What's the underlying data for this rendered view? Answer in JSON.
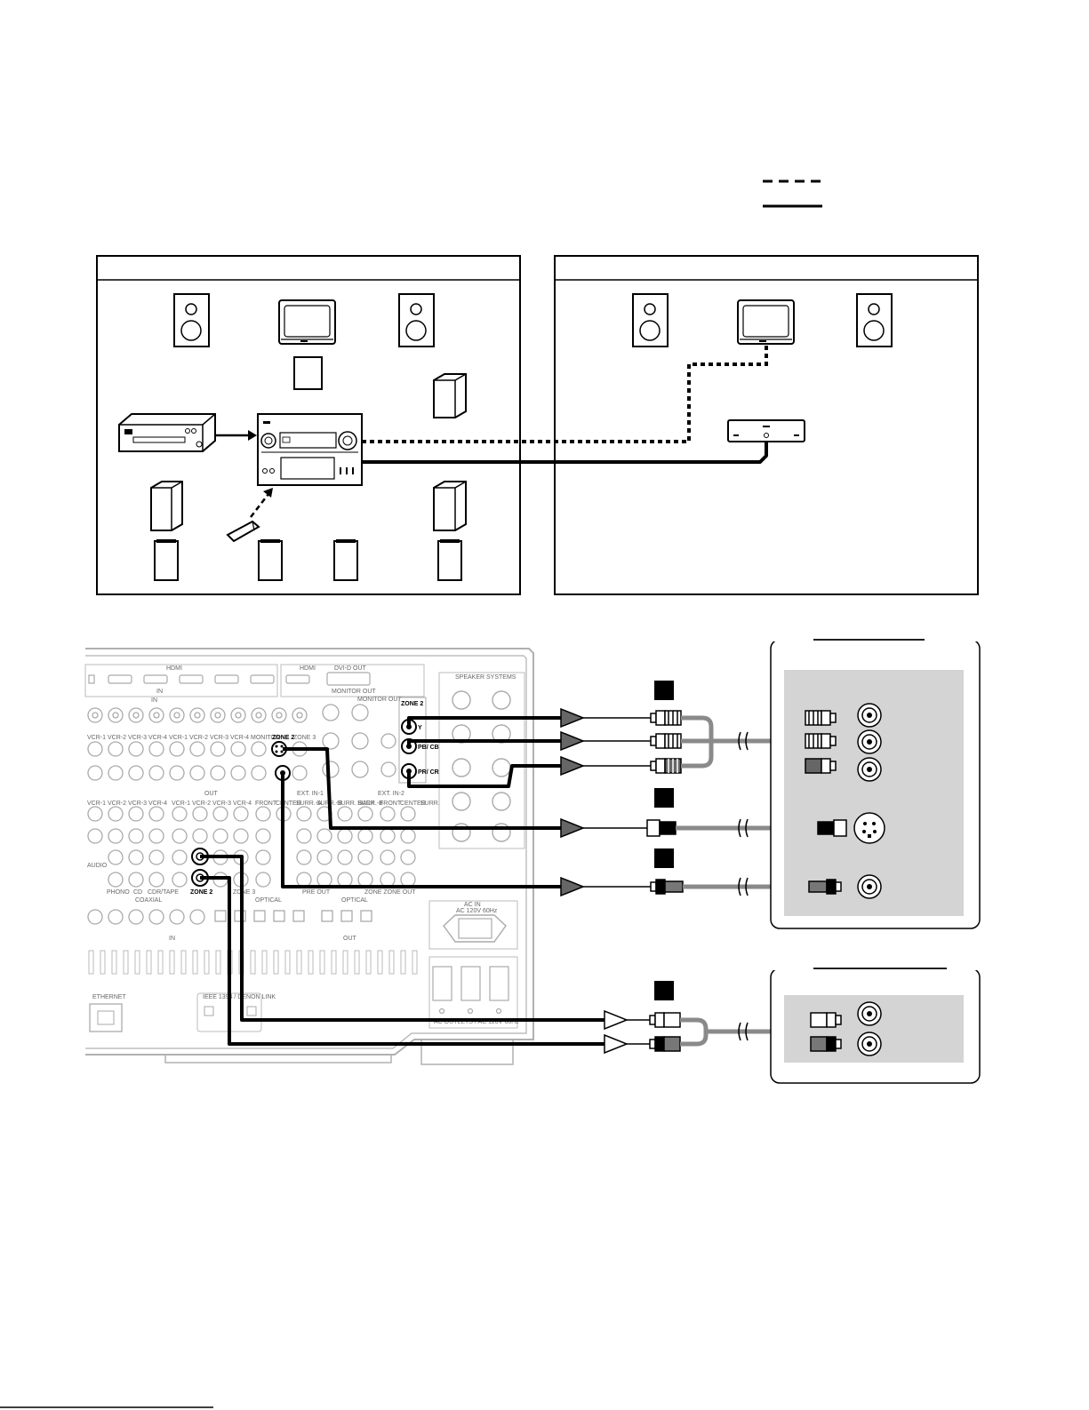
{
  "diagram": {
    "style": {
      "line_color": "#000000",
      "panel_gray": "#d4d4d4",
      "cable_gray": "#8a8a8a",
      "chassis_gray": "#b0b0b0"
    },
    "rear_panel_labels": {
      "hdmi": "HDMI",
      "in": "IN",
      "hdmi_monitor": "HDMI",
      "dvi_d_out": "DVI-D OUT",
      "monitor_out": "MONITOR OUT",
      "monitor_out_2": "MONITOR OUT",
      "zone2": "ZONE 2",
      "zone2_y": "Y",
      "zone2_pb": "PB/ CB",
      "zone2_pr": "PR/ CR",
      "speaker_systems": "SPEAKER SYSTEMS",
      "vcr_row": [
        "VCR-1",
        "VCR-2",
        "VCR-3",
        "VCR-4",
        "VCR-1",
        "VCR-2",
        "VCR-3",
        "VCR-4",
        "MONITOR",
        "ZONE 2",
        "ZONE 3"
      ],
      "out_row": [
        "VCR-1",
        "VCR-2",
        "VCR-3",
        "VCR-4",
        "VCR-1",
        "VCR-2",
        "VCR-3",
        "VCR-4",
        "FRONT",
        "CENTER",
        "SURR.-A",
        "SURR.-B",
        "SURR. BACK",
        "SURR.-B",
        "FRONT",
        "CENTER",
        "SURR."
      ],
      "ext_in1": "EXT. IN-1",
      "ext_in2": "EXT. IN-2",
      "audio": "AUDIO",
      "phono": "PHONO",
      "cd": "CD",
      "cdr_tape": "CDR/TAPE",
      "zone2_out": "ZONE 2",
      "zone3_out": "ZONE 3",
      "pre_out": "PRE OUT",
      "zone_zone_out": "ZONE ZONE OUT",
      "coaxial": "COAXIAL",
      "optical_in": "OPTICAL",
      "optical_out": "OPTICAL",
      "in2": "IN",
      "out": "OUT",
      "ac_in": "AC IN",
      "ac_in_rating": "AC 120V 60Hz",
      "ethernet": "ETHERNET",
      "ieee": "IEEE 1394 / DENON LINK",
      "ac_outlets": "AC OUTLETS / AC 120V 60Hz"
    }
  }
}
